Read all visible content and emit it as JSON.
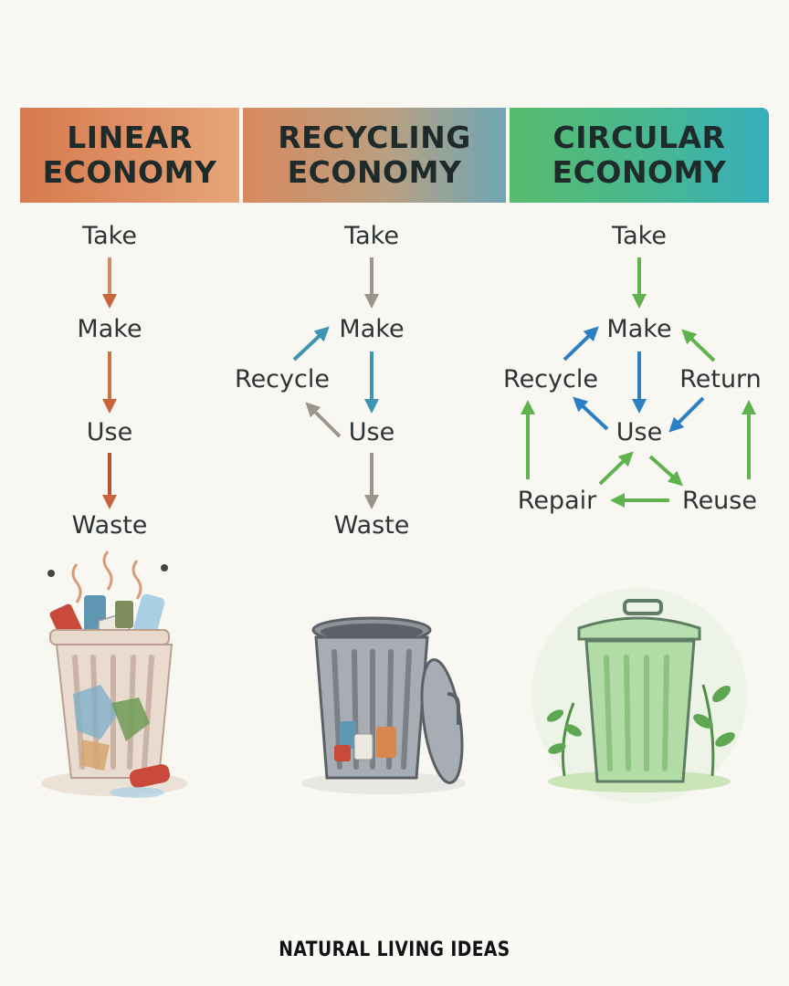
{
  "columns": {
    "linear": {
      "title_line1": "LINEAR",
      "title_line2": "ECONOMY",
      "steps": {
        "take": "Take",
        "make": "Make",
        "use": "Use",
        "waste": "Waste"
      }
    },
    "recycling": {
      "title_line1": "RECYCLING",
      "title_line2": "ECONOMY",
      "steps": {
        "take": "Take",
        "make": "Make",
        "recycle": "Recycle",
        "use": "Use",
        "waste": "Waste"
      }
    },
    "circular": {
      "title_line1": "CIRCULAR",
      "title_line2": "ECONOMY",
      "steps": {
        "take": "Take",
        "make": "Make",
        "recycle": "Recycle",
        "return": "Return",
        "use": "Use",
        "repair": "Repair",
        "reuse": "Reuse"
      }
    }
  },
  "icons": [
    "overflowing-trash-bin-icon",
    "trash-can-open-lid-icon",
    "clean-green-bin-icon"
  ],
  "colors": {
    "linear_arrow": "#c8653d",
    "recycle_arrow": "#4a9bb4",
    "circular_arrow": "#5fb34f",
    "circular_blue": "#2d7fc4"
  },
  "brand": "NATURAL LIVING IDEAS"
}
